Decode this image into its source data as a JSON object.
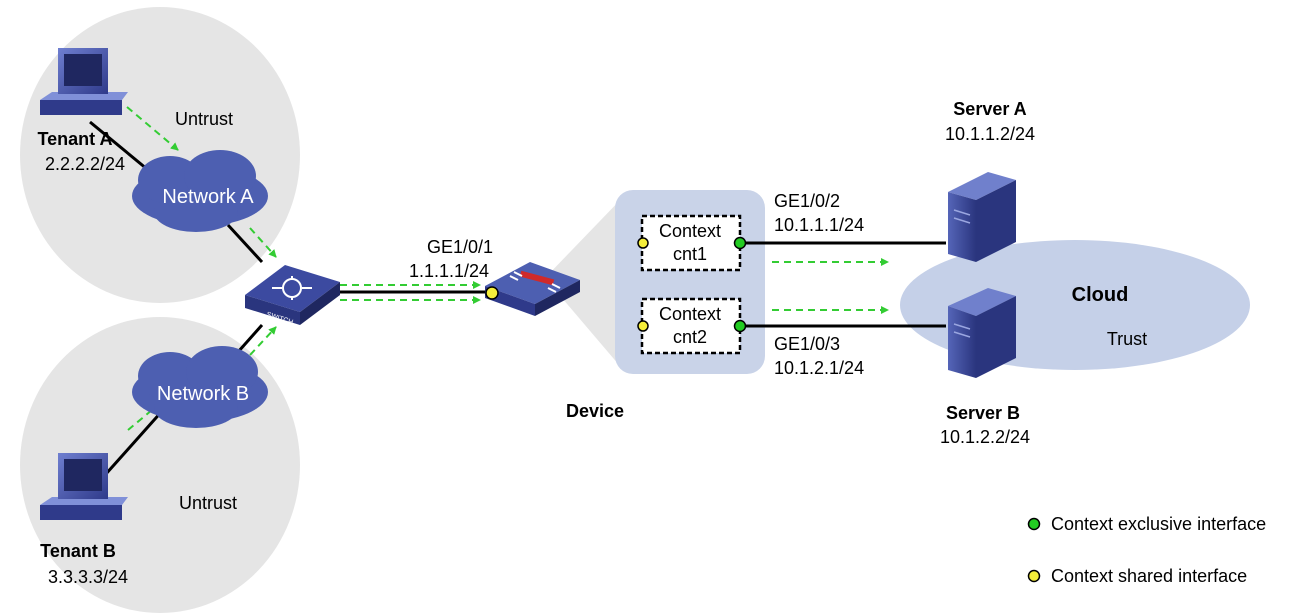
{
  "tenant_a": {
    "name": "Tenant A",
    "ip": "2.2.2.2/24"
  },
  "tenant_b": {
    "name": "Tenant B",
    "ip": "3.3.3.3/24"
  },
  "zone_untrust_a": "Untrust",
  "zone_untrust_b": "Untrust",
  "network_a": "Network A",
  "network_b": "Network B",
  "switch_label": "SWITCH",
  "device": {
    "name": "Device",
    "ge1": {
      "name": "GE1/0/1",
      "ip": "1.1.1.1/24"
    },
    "contexts": [
      {
        "line1": "Context",
        "line2": "cnt1"
      },
      {
        "line1": "Context",
        "line2": "cnt2"
      }
    ],
    "ge2": {
      "name": "GE1/0/2",
      "ip": "10.1.1.1/24"
    },
    "ge3": {
      "name": "GE1/0/3",
      "ip": "10.1.2.1/24"
    }
  },
  "server_a": {
    "name": "Server A",
    "ip": "10.1.1.2/24"
  },
  "server_b": {
    "name": "Server B",
    "ip": "10.1.2.2/24"
  },
  "cloud": {
    "name": "Cloud",
    "zone": "Trust"
  },
  "legend": {
    "exclusive": "Context exclusive interface",
    "shared": "Context shared interface"
  },
  "colors": {
    "exclusive_dot": "#22cc22",
    "shared_dot": "#f5ee3a",
    "flow_arrow": "#33cc33",
    "zone_fill": "#e5e5e5",
    "device_panel": "#c9d3e8",
    "cloud_fill": "#c5d0e8",
    "network_cloud": "#4d5fb1",
    "server_body": "#3c4aa0"
  }
}
